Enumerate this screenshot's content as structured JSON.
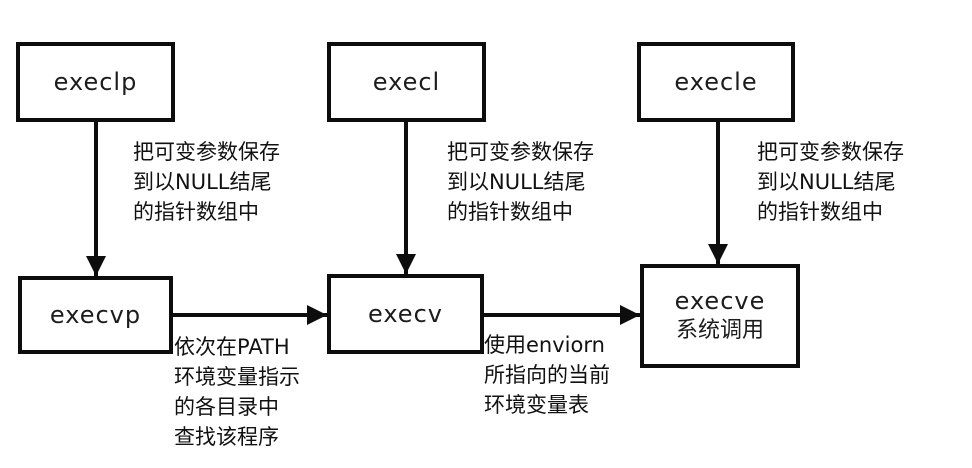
{
  "diagram": {
    "title": "exec family of functions relationship diagram",
    "background_color": "#ffffff",
    "stroke_color": "#0d0d0d",
    "nodes": {
      "execlp": {
        "label": "execlp"
      },
      "execl": {
        "label": "execl"
      },
      "execle": {
        "label": "execle"
      },
      "execvp": {
        "label": "execvp"
      },
      "execv": {
        "label": "execv"
      },
      "execve": {
        "label": "execve",
        "sublabel": "系统调用"
      }
    },
    "annotations": {
      "execlp_note": "把可变参数保存\n到以NULL结尾\n的指针数组中",
      "execl_note": "把可变参数保存\n到以NULL结尾\n的指针数组中",
      "execle_note": "把可变参数保存\n到以NULL结尾\n的指针数组中",
      "execvp_note": "依次在PATH\n环境变量指示\n的各目录中\n查找该程序",
      "execv_note": "使用enviorn\n所指向的当前\n环境变量表"
    },
    "edges": [
      {
        "from": "execlp",
        "to": "execvp",
        "direction": "down"
      },
      {
        "from": "execl",
        "to": "execv",
        "direction": "down"
      },
      {
        "from": "execle",
        "to": "execve",
        "direction": "down"
      },
      {
        "from": "execvp",
        "to": "execv",
        "direction": "right"
      },
      {
        "from": "execv",
        "to": "execve",
        "direction": "right"
      }
    ]
  }
}
